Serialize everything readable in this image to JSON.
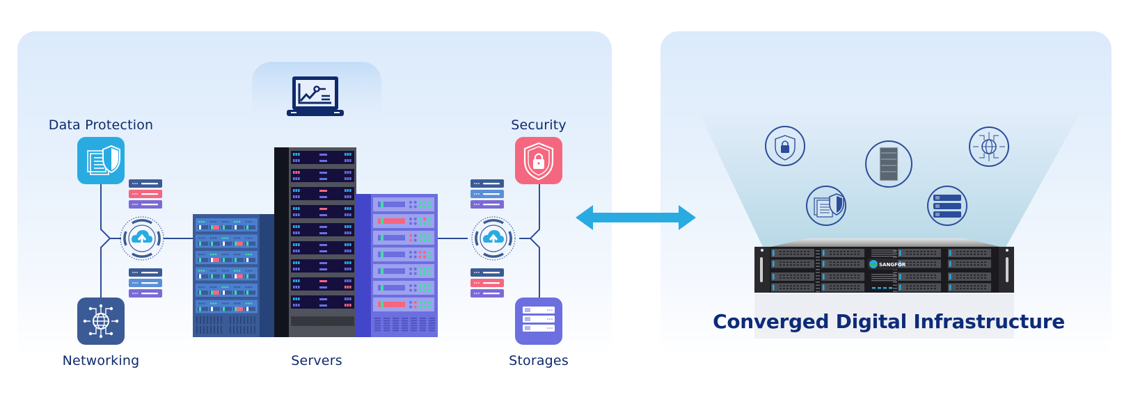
{
  "left_diagram": {
    "labels": {
      "data_protection": "Data Protection",
      "security": "Security",
      "networking": "Networking",
      "servers": "Servers",
      "storages": "Storages"
    },
    "icons": {
      "top": "laptop-analytics-icon",
      "data_protection": "document-shield-icon",
      "security": "shield-lock-icon",
      "networking": "globe-network-icon",
      "storages": "storage-stack-icon",
      "hubs": "cloud-upload-icon"
    }
  },
  "connector": {
    "icon": "double-arrow-icon"
  },
  "right_diagram": {
    "title": "Converged Digital Infrastructure",
    "brand": "SANGFOR",
    "floating_icons": [
      "shield-lock-icon",
      "server-tower-icon",
      "globe-network-icon",
      "document-shield-icon",
      "storage-stack-icon"
    ]
  },
  "colors": {
    "navy": "#0f2a6b",
    "data_protection": "#29abe2",
    "security": "#f4677f",
    "networking": "#3b5b96",
    "storages": "#6b6fdf",
    "arrow": "#29abe2"
  }
}
